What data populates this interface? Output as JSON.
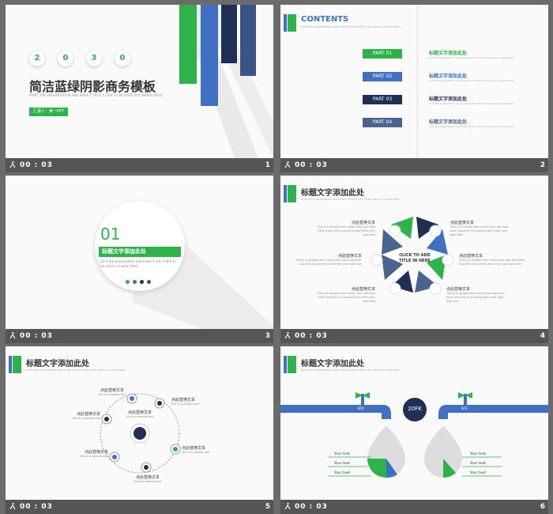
{
  "common": {
    "time": "00 : 03",
    "time_label": "00:03",
    "sample": "print the presentation and make it into a film to be used in a wider field"
  },
  "s1": {
    "digits": [
      "2",
      "0",
      "3",
      "0"
    ],
    "title": "简洁蓝绿阴影商务模板",
    "sub": "PRINT THE PRESENTATION AND MAKE IT INTO A FILM TO BE USED IN A WIDER FIELD",
    "tag": "汇报人：第一PPT",
    "page": "1"
  },
  "s2": {
    "title": "CONTENTS",
    "parts": [
      {
        "label": "PART 01",
        "title": "标题文字添加此处",
        "color": "#2db34a"
      },
      {
        "label": "PART 02",
        "title": "标题文字添加此处",
        "color": "#3f70c3"
      },
      {
        "label": "PART 03",
        "title": "标题文字添加此处",
        "color": "#1f2f55"
      },
      {
        "label": "PART 04",
        "title": "标题文字添加此处",
        "color": "#4a6490"
      }
    ],
    "desc": "print the presentation and make it into a film to be used in a wider field",
    "page": "2"
  },
  "s3": {
    "num": "01",
    "title": "标题文字添加此处",
    "desc": "print the presentation and make it into a film to be used in a wider field",
    "page": "3"
  },
  "s4": {
    "title": "标题文字添加此处",
    "center": "CLICK TO ADD TITLE IN HERE",
    "items": [
      {
        "h": "点此替换文本",
        "t": "This is a sample text. Insert your own text here. Input Re in a quickly box Enter your own text"
      },
      {
        "h": "点此替换文本",
        "t": "This is a sample text. Insert your own text here. Input Re in a quickly box Enter your own text"
      },
      {
        "h": "点此替换文本",
        "t": "This is a sample text. Insert your own text here. Input Re in a quickly box Enter your own text"
      },
      {
        "h": "点此替换文本",
        "t": "This is a sample text. Insert your own text here. Input Re in a quickly box Enter your own text"
      },
      {
        "h": "点此替换文本",
        "t": "This is a sample text. Insert your own text here. Input Re in a quickly box Enter your own text"
      },
      {
        "h": "点此替换文本",
        "t": "This is a sample text. Insert your own text here. Input Re in a quickly box Enter your own text"
      }
    ],
    "page": "4"
  },
  "s5": {
    "title": "标题文字添加此处",
    "items": [
      {
        "h": "点此替换文本",
        "t": "this is a sample text"
      },
      {
        "h": "点此替换文本",
        "t": "this is a sample text"
      },
      {
        "h": "点此替换文本",
        "t": "this is a sample text"
      },
      {
        "h": "点此替换文本",
        "t": "this is a sample text"
      },
      {
        "h": "点此替换文本",
        "t": "this is a sample text"
      },
      {
        "h": "点此替换文本",
        "t": "this is a sample text"
      },
      {
        "h": "点此替换文本",
        "t": "this is a sample text"
      }
    ],
    "page": "5"
  },
  "s6": {
    "title": "标题文字添加此处",
    "center": "20FK",
    "left_val": "8FK",
    "right_val": "6FK",
    "your_text": "Your text",
    "page": "6"
  }
}
